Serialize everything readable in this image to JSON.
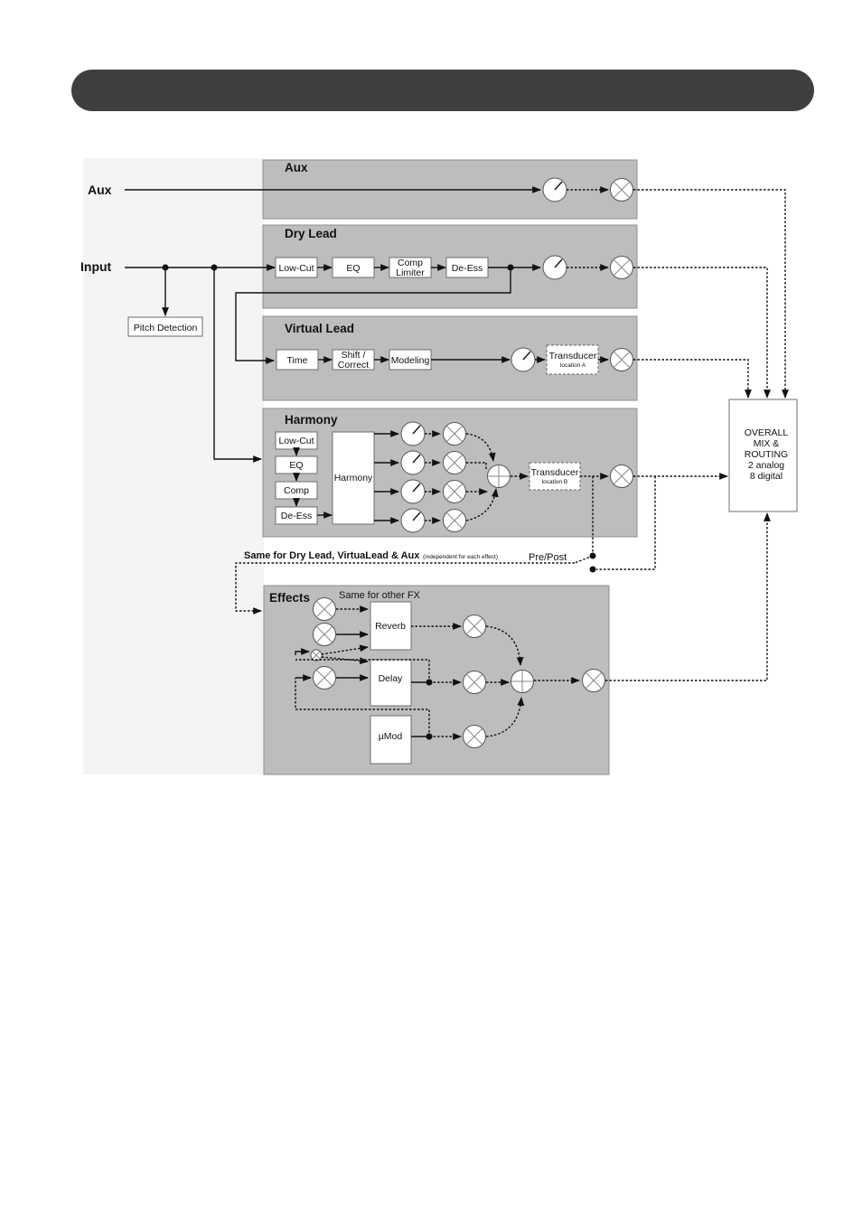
{
  "inputs": {
    "aux": "Aux",
    "input": "Input"
  },
  "pitch_detection": "Pitch Detection",
  "panels": {
    "aux": "Aux",
    "dry_lead": "Dry Lead",
    "virtual_lead": "Virtual Lead",
    "harmony": "Harmony",
    "effects": "Effects"
  },
  "dry_lead": {
    "low_cut": "Low-Cut",
    "eq": "EQ",
    "comp_line1": "Comp",
    "comp_line2": "Limiter",
    "de_ess": "De-Ess"
  },
  "virtual_lead": {
    "time": "Time",
    "shift_line1": "Shift /",
    "shift_line2": "Correct",
    "modeling": "Modeling",
    "transducer": "Transducer",
    "transducer_loc": "location A"
  },
  "harmony": {
    "low_cut": "Low-Cut",
    "eq": "EQ",
    "comp": "Comp",
    "de_ess": "De-Ess",
    "harmony": "Harmony",
    "transducer": "Transducer",
    "transducer_loc": "location B"
  },
  "overall_mix": {
    "line1": "OVERALL",
    "line2": "MIX &",
    "line3": "ROUTING",
    "line4": "2 analog",
    "line5": "8 digital"
  },
  "notes": {
    "same_for": "Same for Dry Lead, VirtuaLead & Aux",
    "independent": "(independent for each effect)",
    "pre_post": "Pre/Post",
    "same_other_fx": "Same for other FX"
  },
  "effects": {
    "reverb": "Reverb",
    "delay": "Delay",
    "umod": "µMod"
  }
}
